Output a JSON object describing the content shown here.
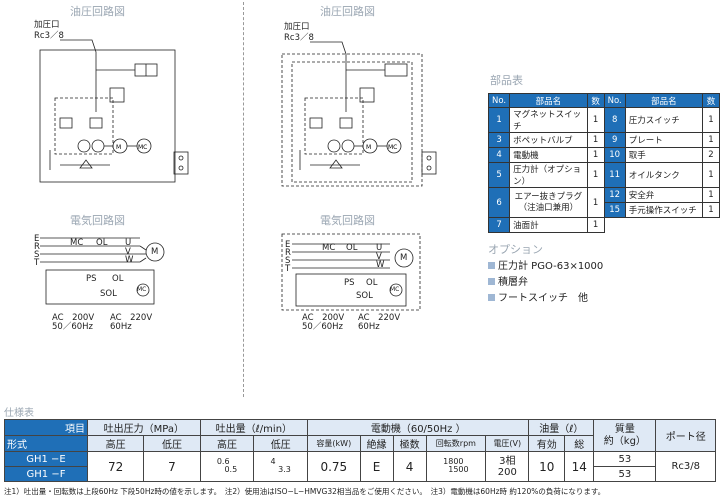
{
  "hydraulic_title": "油圧回路図",
  "electric_title": "電気回路図",
  "pressure_port_label": "加圧口",
  "pressure_port_size": "Rc3／8",
  "circuit_labels": {
    "E": "E",
    "R": "R",
    "S": "S",
    "T": "T",
    "MC": "MC",
    "OL": "OL",
    "U": "U",
    "V": "V",
    "W": "W",
    "M": "M",
    "PS": "PS",
    "SOL": "SOL",
    "MC_coil": "MC",
    "supply_left_1": "AC　200V",
    "supply_left_2": "50／60Hz",
    "supply_right_1": "AC　220V",
    "supply_right_2": "60Hz"
  },
  "parts": {
    "title": "部品表",
    "headers": [
      "No.",
      "部品名",
      "数",
      "No.",
      "部品名",
      "数"
    ],
    "rows": [
      [
        {
          "no": "1",
          "name": "マグネットスイッチ",
          "qty": "1"
        },
        {
          "no": "8",
          "name": "圧力スイッチ",
          "qty": "1"
        }
      ],
      [
        {
          "no": "3",
          "name": "ボペットバルブ",
          "qty": "1"
        },
        {
          "no": "9",
          "name": "プレート",
          "qty": "1"
        }
      ],
      [
        {
          "no": "4",
          "name": "電動機",
          "qty": "1"
        },
        {
          "no": "10",
          "name": "取手",
          "qty": "2"
        }
      ],
      [
        {
          "no": "5",
          "name": "圧力計（オプション）",
          "qty": "1"
        },
        {
          "no": "11",
          "name": "オイルタンク",
          "qty": "1"
        }
      ]
    ],
    "row6": {
      "no": "6",
      "name1": "エアー抜きプラグ",
      "name2": "（注油口兼用）",
      "qty": "1",
      "r1": {
        "no": "12",
        "name": "安全弁",
        "qty": "1"
      },
      "r2": {
        "no": "15",
        "name": "手元操作スイッチ",
        "qty": "1"
      }
    },
    "row7": {
      "no": "7",
      "name": "油面計",
      "qty": "1"
    }
  },
  "options": {
    "title": "オプション",
    "items": [
      "圧力計 PGO-63×1000",
      "積層弁",
      "フートスイッチ　他"
    ]
  },
  "spec": {
    "title": "仕様表",
    "h_item": "項目",
    "h_type": "形式",
    "h_pressure": "吐出圧力（MPa）",
    "h_flow": "吐出量（ℓ/min）",
    "h_motor": "電動機（60/50Hz ）",
    "h_oil": "油量（ℓ）",
    "h_mass": "質量",
    "h_mass2": "約（kg）",
    "h_port": "ポート径",
    "sub_high": "高圧",
    "sub_low": "低圧",
    "sub_high2": "高圧",
    "sub_low2": "低圧",
    "sub_capacity": "容量(kW)",
    "sub_insulation": "絶縁",
    "sub_poles": "極数",
    "sub_rpm": "回転数rpm",
    "sub_voltage": "電圧(V)",
    "sub_effective": "有効",
    "sub_total": "総",
    "model_e": "GH1 −E",
    "model_f": "GH1 −F",
    "pressure_high": "72",
    "pressure_low": "7",
    "flow_high_top": "0.6",
    "flow_high_bot": "0.5",
    "flow_low_top": "4",
    "flow_low_bot": "3.3",
    "capacity": "0.75",
    "insulation": "E",
    "poles": "4",
    "rpm_top": "1800",
    "rpm_bot": "1500",
    "voltage_top": "3相",
    "voltage_bot": "200",
    "oil_effective": "10",
    "oil_total": "14",
    "mass_e": "53",
    "mass_f": "53",
    "port": "Rc3/8"
  },
  "note": "注1）吐出量・回転数は上段60Hz 下段50Hz時の値を示します。　注2）使用油はISO−L−HMVG32相当品をご使用ください。　注3）電動機は60Hz時 約120%の負荷になります。"
}
